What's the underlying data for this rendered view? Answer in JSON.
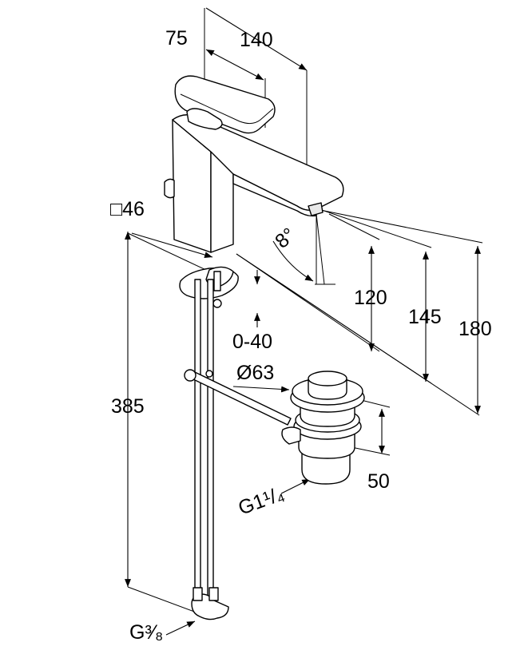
{
  "dimensions": {
    "spout_depth": "75",
    "projection": "140",
    "body_square": "□46",
    "spout_angle": "8°",
    "spout_height": "120",
    "total_height_145": "145",
    "total_height_180": "180",
    "deck_thickness": "0-40",
    "waste_diameter": "Ø63",
    "hose_length": "385",
    "waste_stroke": "50",
    "waste_thread": "G1¹/₄",
    "connection_thread": "G³⁄₈"
  }
}
